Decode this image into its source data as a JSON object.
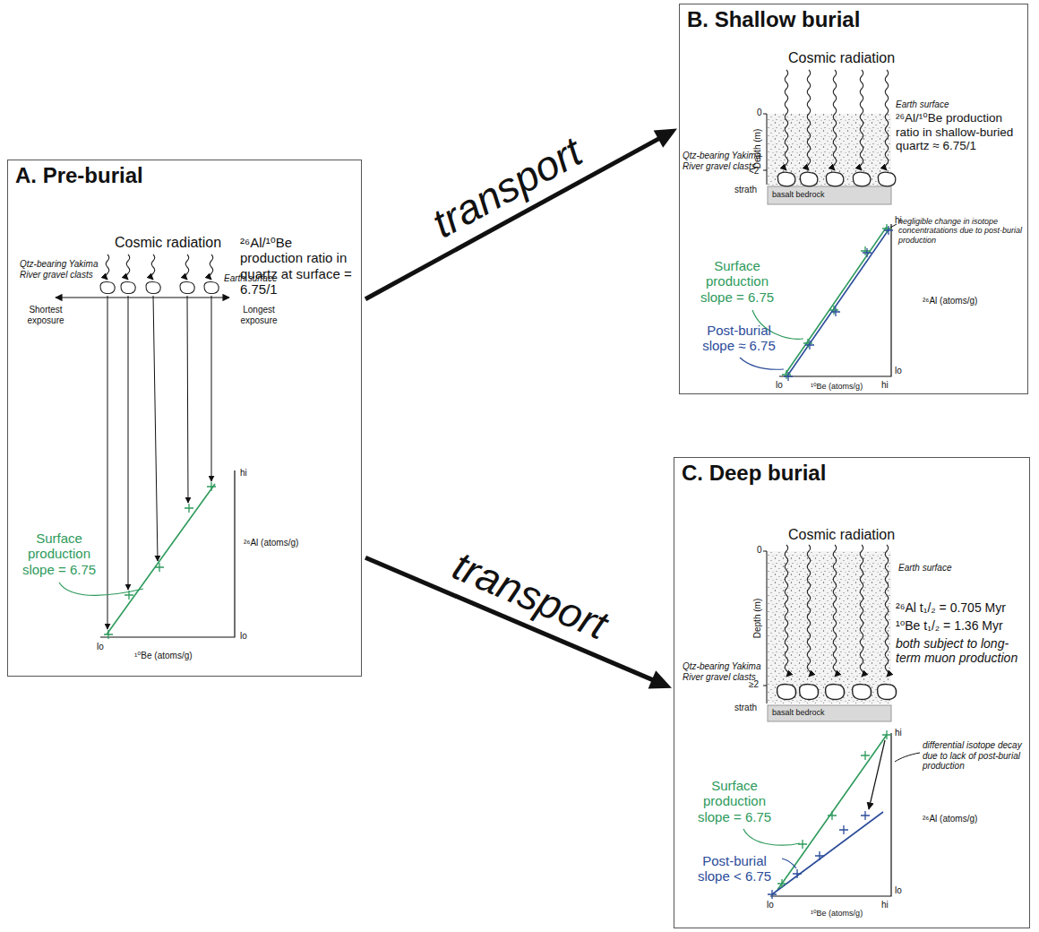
{
  "diagram": {
    "nodes": [
      {
        "text": [
          "A. Pre-burial"
        ]
      },
      {
        "text": [
          "B. Shallow burial"
        ]
      },
      {
        "text": [
          "C. Deep burial"
        ]
      }
    ],
    "edges": [
      {
        "from": 0,
        "to": 1,
        "arrow": "to",
        "label": "transport"
      },
      {
        "from": 0,
        "to": 2,
        "arrow": "to",
        "label": "transport"
      }
    ],
    "labels": [
      "Cosmic radiation",
      "²⁶Al/¹⁰Be production ratio in quartz at surface = 6.75/1",
      "Qtz-bearing Yakima River gravel clasts",
      "Earth surface",
      "Shortest exposure",
      "Longest exposure",
      "Surface production slope = 6.75",
      "²⁶Al (atoms/g)",
      "¹⁰Be (atoms/g)",
      "hi",
      "lo",
      "lo",
      "Cosmic radiation",
      "Earth surface",
      "Depth (m)",
      "0",
      "<2",
      "²⁶Al/¹⁰Be production ratio in shallow-buried quartz ≈ 6.75/1",
      "Qtz-bearing Yakima River gravel clasts",
      "strath",
      "basalt bedrock",
      "negligible change in isotope concentratations due to post-burial production",
      "Surface production slope = 6.75",
      "Post-burial slope ≈ 6.75",
      "²⁶Al (atoms/g)",
      "¹⁰Be (atoms/g)",
      "hi",
      "lo",
      "lo",
      "hi",
      "Cosmic radiation",
      "Earth surface",
      "Depth (m)",
      "0",
      "≥2",
      "²⁶Al t₁/₂ = 0.705 Myr",
      "¹⁰Be t₁/₂ = 1.36 Myr",
      "both subject to long-term muon production",
      "Qtz-bearing Yakima River gravel clasts",
      "strath",
      "basalt bedrock",
      "differential isotope decay due to lack of post-burial production",
      "Surface production slope = 6.75",
      "Post-burial slope < 6.75",
      "²⁶Al (atoms/g)",
      "¹⁰Be (atoms/g)",
      "hi",
      "lo",
      "lo",
      "hi"
    ]
  }
}
